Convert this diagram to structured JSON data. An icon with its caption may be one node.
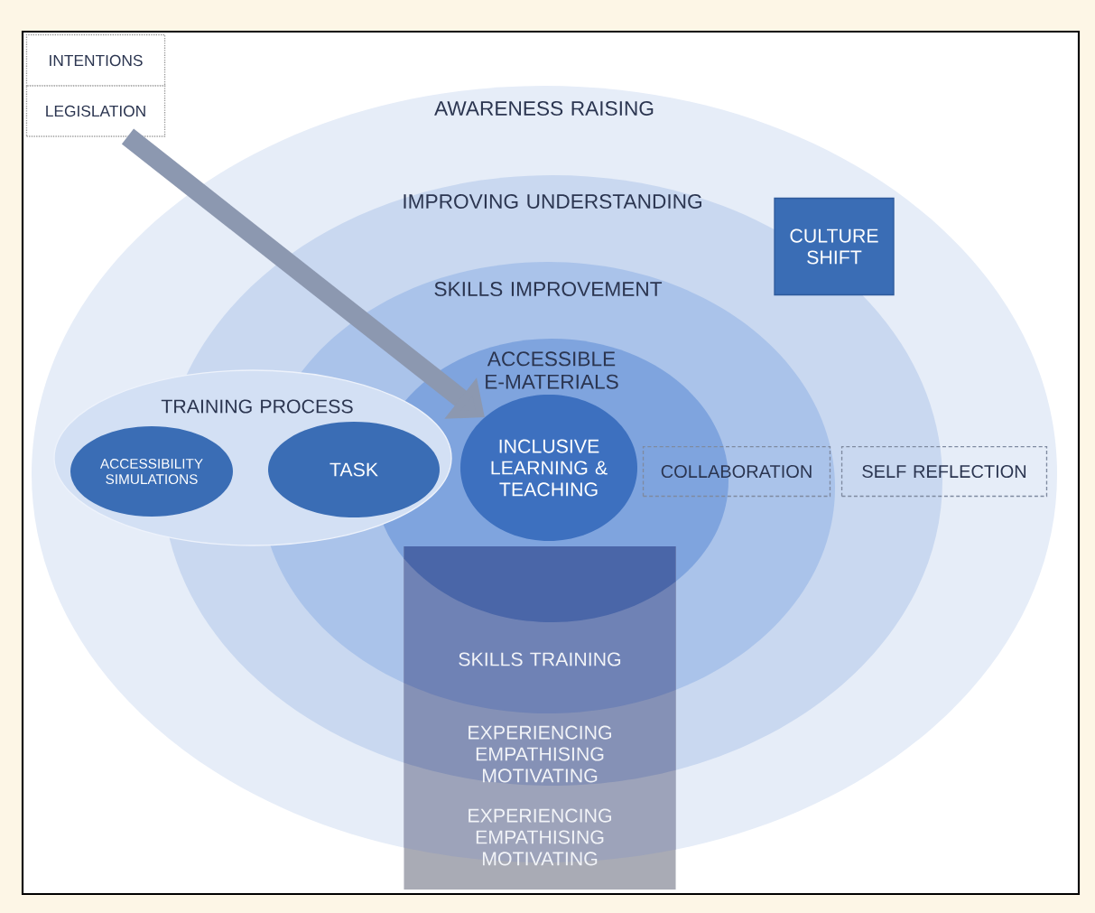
{
  "diagram": {
    "nodes": [
      {
        "text": [
          "INTENTIONS"
        ]
      },
      {
        "text": [
          "LEGISLATION"
        ]
      },
      {
        "text": [
          "AWARENESS RAISING"
        ]
      },
      {
        "text": [
          "IMPROVING UNDERSTANDING"
        ],
        "in": 2
      },
      {
        "text": [
          "CULTURE SHIFT"
        ],
        "in": 2
      },
      {
        "text": [
          "SKILLS IMPROVEMENT"
        ],
        "in": 3
      },
      {
        "text": [
          "ACCESSIBLE E-MATERIALS"
        ],
        "in": 5
      },
      {
        "text": [
          "INCLUSIVE LEARNING & TEACHING"
        ],
        "in": 6
      },
      {
        "text": [
          "TRAINING PROCESS"
        ],
        "in": 2
      },
      {
        "text": [
          "ACCESSIBILITY SIMULATIONS"
        ],
        "in": 8
      },
      {
        "text": [
          "TASK"
        ]
      },
      {
        "text": [
          "COLLABORATION"
        ],
        "in": 5
      },
      {
        "text": [
          "SELF REFLECTION"
        ],
        "in": 2
      },
      {
        "text": [
          "SKILLS TRAINING",
          "EXPERIENCING EMPATHISING MOTIVATING",
          "EXPERIENCING EMPATHISING MOTIVATING"
        ]
      }
    ],
    "edges": [
      {
        "from": 1,
        "to": 7,
        "arrow": "to"
      }
    ]
  }
}
